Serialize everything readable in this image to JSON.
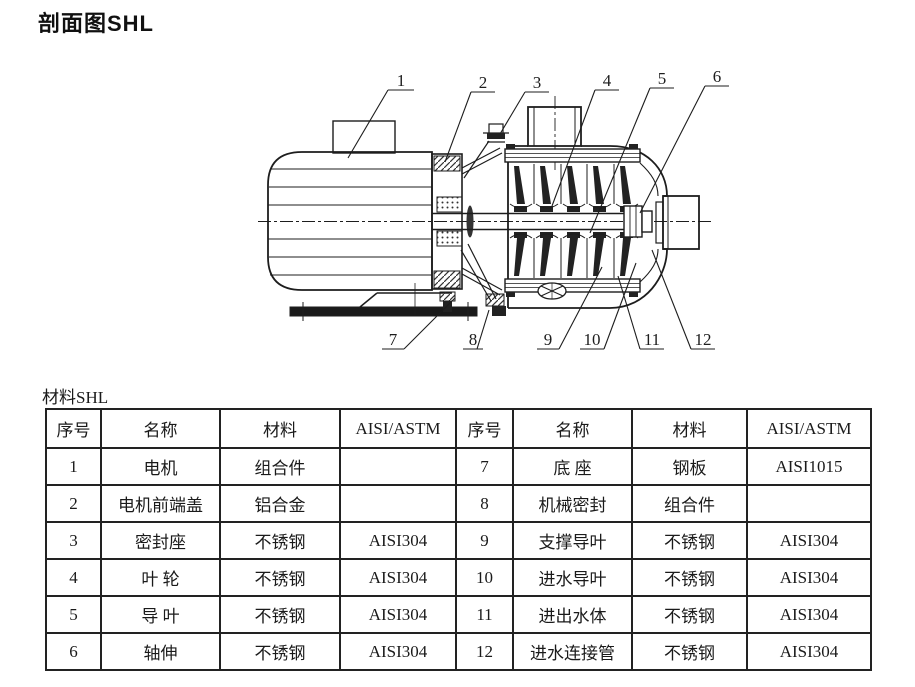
{
  "page": {
    "title": "剖面图SHL",
    "materials_label": "材料SHL"
  },
  "diagram": {
    "callout_labels": [
      "1",
      "2",
      "3",
      "4",
      "5",
      "6",
      "7",
      "8",
      "9",
      "10",
      "11",
      "12"
    ]
  },
  "table": {
    "headers": [
      "序号",
      "名称",
      "材料",
      "AISI/ASTM"
    ],
    "left_rows": [
      {
        "no": "1",
        "name": "电机",
        "material": "组合件",
        "aisi": ""
      },
      {
        "no": "2",
        "name": "电机前端盖",
        "material": "铝合金",
        "aisi": ""
      },
      {
        "no": "3",
        "name": "密封座",
        "material": "不锈钢",
        "aisi": "AISI304"
      },
      {
        "no": "4",
        "name": "叶 轮",
        "material": "不锈钢",
        "aisi": "AISI304"
      },
      {
        "no": "5",
        "name": "导 叶",
        "material": "不锈钢",
        "aisi": "AISI304"
      },
      {
        "no": "6",
        "name": "轴伸",
        "material": "不锈钢",
        "aisi": "AISI304"
      }
    ],
    "right_rows": [
      {
        "no": "7",
        "name": "底 座",
        "material": "钢板",
        "aisi": "AISI1015"
      },
      {
        "no": "8",
        "name": "机械密封",
        "material": "组合件",
        "aisi": ""
      },
      {
        "no": "9",
        "name": "支撑导叶",
        "material": "不锈钢",
        "aisi": "AISI304"
      },
      {
        "no": "10",
        "name": "进水导叶",
        "material": "不锈钢",
        "aisi": "AISI304"
      },
      {
        "no": "11",
        "name": "进出水体",
        "material": "不锈钢",
        "aisi": "AISI304"
      },
      {
        "no": "12",
        "name": "进水连接管",
        "material": "不锈钢",
        "aisi": "AISI304"
      }
    ]
  },
  "colors": {
    "line": "#1d1d1d",
    "text": "#1a1a1a",
    "background": "#ffffff"
  }
}
